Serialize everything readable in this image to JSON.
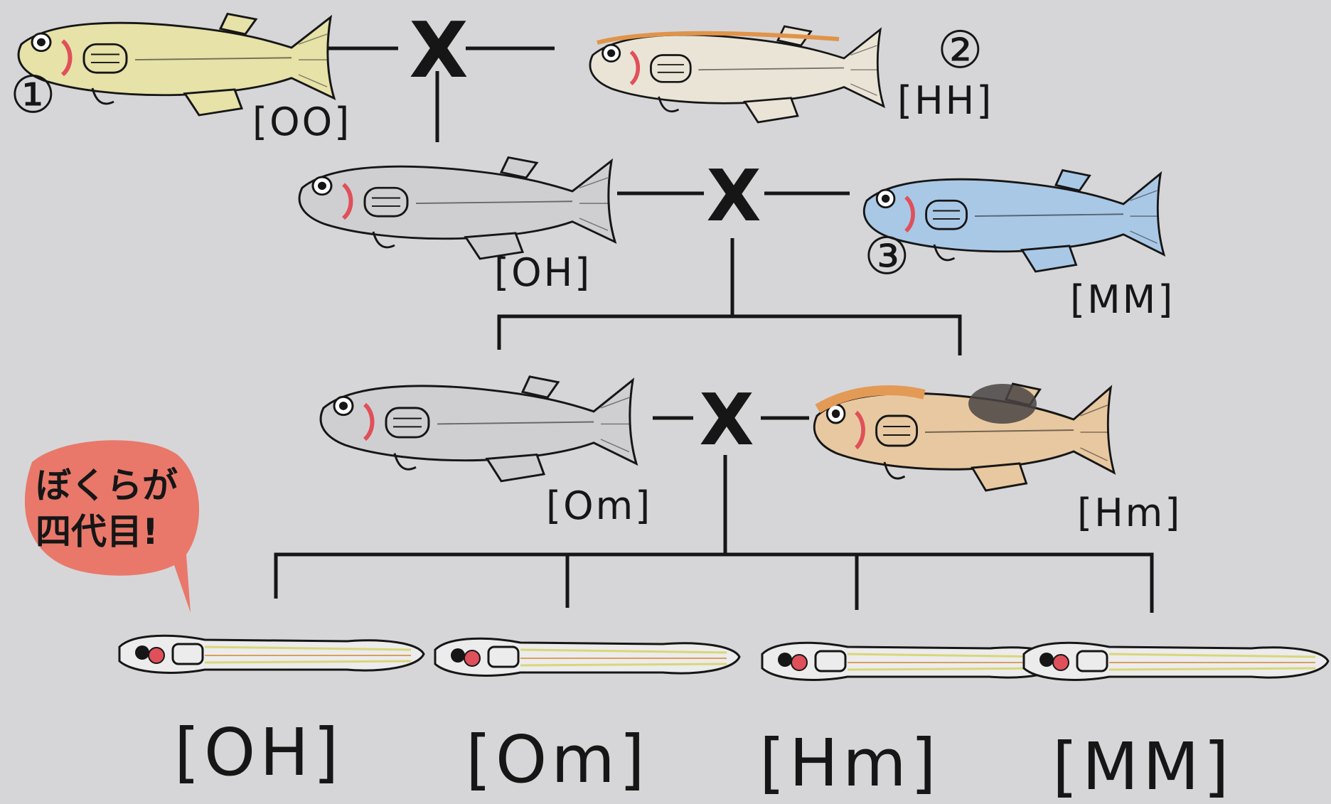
{
  "colors": {
    "paper": "#d6d6d8",
    "ink": "#161616",
    "bubble": "#e9786a",
    "fish_yellow": "#e6e2a8",
    "fish_orange_stroke": "#e0944a",
    "fish_gray": "#cfcfd2",
    "fish_blue": "#a9c8e6",
    "fish_calico_orange": "#e39a55",
    "fish_calico_black": "#4a4444",
    "gill_red": "#e0505a"
  },
  "generation1": {
    "fish1": {
      "marker": "①",
      "genotype": "[OO]",
      "icon": "yellow-medaka-icon"
    },
    "fish2": {
      "marker": "②",
      "genotype": "[HH]",
      "icon": "orange-medaka-icon"
    },
    "cross": "X"
  },
  "generation2": {
    "fish_f1": {
      "genotype": "[OH]",
      "icon": "gray-medaka-icon"
    },
    "fish3": {
      "marker": "③",
      "genotype": "[MM]",
      "icon": "blue-medaka-icon"
    },
    "cross": "X"
  },
  "generation3": {
    "fish_om": {
      "genotype": "[Om]",
      "icon": "gray-medaka-icon"
    },
    "fish_hm": {
      "genotype": "[Hm]",
      "icon": "calico-medaka-icon"
    },
    "cross": "X"
  },
  "generation4": {
    "speech_bubble": {
      "line1": "ぼくらが",
      "line2": "四代目!"
    },
    "larvae": [
      {
        "genotype": "[OH]",
        "icon": "medaka-larva-icon"
      },
      {
        "genotype": "[Om]",
        "icon": "medaka-larva-icon"
      },
      {
        "genotype": "[Hm]",
        "icon": "medaka-larva-icon"
      },
      {
        "genotype": "[MM]",
        "icon": "medaka-larva-icon"
      }
    ]
  }
}
